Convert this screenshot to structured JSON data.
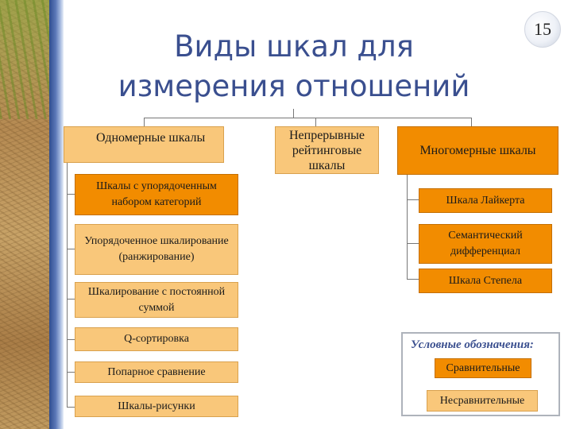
{
  "slide": {
    "title": "Виды шкал для измерения отношений",
    "page_number": "15"
  },
  "categories": [
    {
      "label": "Одномерные шкалы",
      "items": [
        "Шкалы с упорядоченным набором категорий",
        "Упорядоченное шкалирование (ранжирование)",
        "Шкалирование с постоянной суммой",
        "Q-сортировка",
        "Попарное сравнение",
        "Шкалы-рисунки"
      ]
    },
    {
      "label": "Непрерывные рейтинговые шкалы",
      "items": []
    },
    {
      "label": "Многомерные шкалы",
      "items": [
        "Шкала Лайкерта",
        "Семантический дифференциал",
        "Шкала Степела"
      ]
    }
  ],
  "legend": {
    "title": "Условные обозначения:",
    "comparative": "Сравнительные",
    "noncomparative": "Несравнительные"
  },
  "colors": {
    "comparative": "#f28c00",
    "noncomparative": "#f9c77a",
    "title": "#3a4f8f"
  }
}
